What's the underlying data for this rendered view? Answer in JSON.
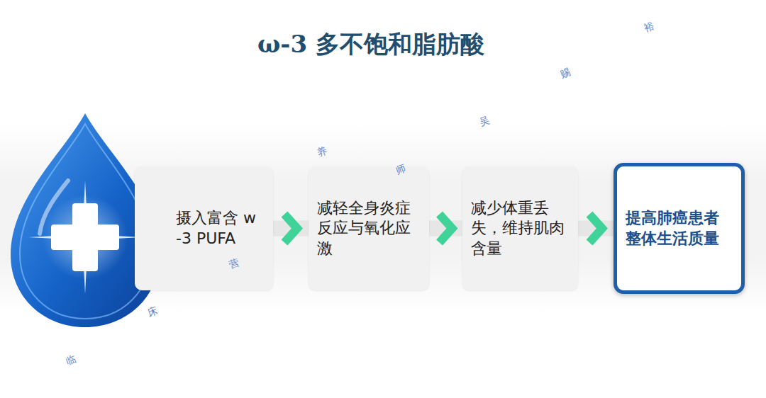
{
  "diagram": {
    "title": "ω-3 多不饱和脂肪酸",
    "nodes": [
      {
        "text": [
          "摄入富含 w-3 PUFA"
        ]
      },
      {
        "text": [
          "减轻全身炎症反应与氧化应激"
        ]
      },
      {
        "text": [
          "减少体重丢失，维持肌肉含量"
        ]
      },
      {
        "text": [
          "提高肺癌患者整体生活质量"
        ]
      }
    ],
    "edges": [
      {
        "from": 0,
        "to": 1,
        "arrow": "to"
      },
      {
        "from": 1,
        "to": 2,
        "arrow": "to"
      },
      {
        "from": 2,
        "to": 3,
        "arrow": "to"
      }
    ],
    "labels": [
      "裕",
      "赐",
      "吴",
      "师",
      "养",
      "营",
      "床",
      "临"
    ]
  }
}
